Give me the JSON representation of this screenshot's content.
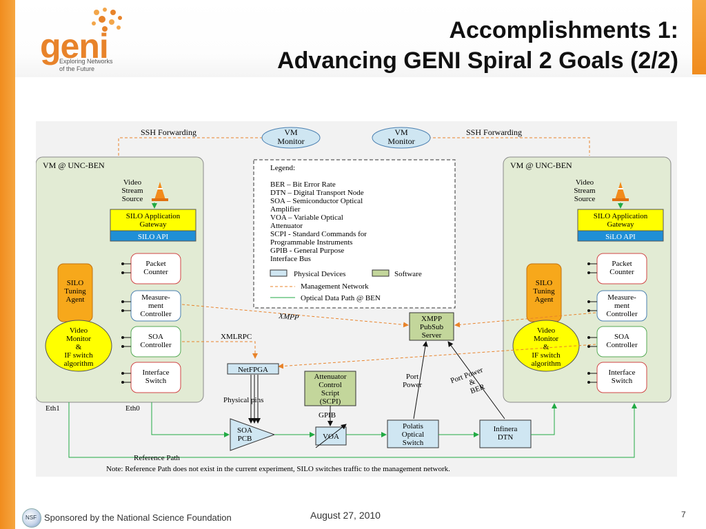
{
  "slide": {
    "title_line1": "Accomplishments 1:",
    "title_line2": "Advancing GENI Spiral 2 Goals (2/2)",
    "accent_color": "#f08c1e"
  },
  "logo": {
    "word": "geni",
    "tagline_line1": "Exploring Networks",
    "tagline_line2": "of the Future"
  },
  "diagram": {
    "ssh_forwarding": "SSH Forwarding",
    "vm_monitor": [
      "VM",
      "Monitor"
    ],
    "vm_label": "VM @ UNC-BEN",
    "video_source": [
      "Video",
      "Stream",
      "Source"
    ],
    "silo_gateway": [
      "SILO Application",
      "Gateway"
    ],
    "silo_api_left": "SILO API",
    "silo_api_right": "SiLO API",
    "packet_counter": [
      "Packet",
      "Counter"
    ],
    "silo_agent": [
      "SILO",
      "Tuning",
      "Agent"
    ],
    "measurement": [
      "Measure-",
      "ment",
      "Controller"
    ],
    "video_monitor": [
      "Video",
      "Monitor",
      "&",
      "IF switch",
      "algorithm"
    ],
    "soa_controller": [
      "SOA",
      "Controller"
    ],
    "interface_switch": [
      "Interface",
      "Switch"
    ],
    "legend": {
      "title": "Legend:",
      "lines": [
        "BER – Bit Error Rate",
        "DTN – Digital Transport Node",
        "SOA – Semiconductor Optical",
        "Amplifier",
        "VOA – Variable Optical",
        "Attenuator",
        "SCPI - Standard Commands for",
        "Programmable Instruments",
        "GPIB - General Purpose",
        "Interface Bus"
      ],
      "physical": "Physical Devices",
      "software": "Software",
      "management": "Management Network",
      "optical": "Optical Data Path @ BEN"
    },
    "xmpp": "XMPP",
    "xmlrpc": "XMLRPC",
    "xmpp_server": [
      "XMPP",
      "PubSub",
      "Server"
    ],
    "netfpga": "NetFPGA",
    "physical_pins": "Physical pins",
    "attenuator": [
      "Attenuator",
      "Control",
      "Script",
      "(SCPI)"
    ],
    "gpib": "GPIB",
    "soa_pcb": [
      "SOA",
      "PCB"
    ],
    "voa": "VOA",
    "polatis": [
      "Polatis",
      "Optical",
      "Switch"
    ],
    "infinera": [
      "Infinera",
      "DTN"
    ],
    "port_power": [
      "Port",
      "Power"
    ],
    "port_power_ber": [
      "Port Power",
      "&",
      "BER"
    ],
    "eth1": "Eth1",
    "eth0": "Eth0",
    "reference_path": "Reference Path",
    "note": "Note: Reference Path does not exist in the current experiment, SILO switches traffic to the management network.",
    "colors": {
      "physical_fill": "#cfe6f2",
      "software_fill": "#c3d69b",
      "gateway_yellow": "#ffff00",
      "api_blue": "#1f8fd6",
      "agent_orange": "#f7a81b",
      "management_line": "#e8832a",
      "optical_line": "#22aa44"
    }
  },
  "footer": {
    "nsf": "NSF",
    "sponsor": "Sponsored by the National Science Foundation",
    "date": "August 27, 2010",
    "page": "7"
  }
}
